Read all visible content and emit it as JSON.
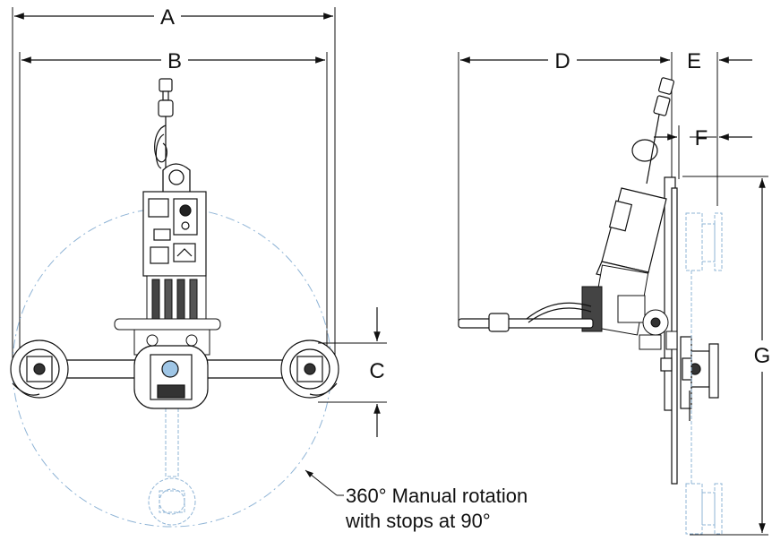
{
  "dimensions": {
    "A": "A",
    "B": "B",
    "C": "C",
    "D": "D",
    "E": "E",
    "F": "F",
    "G": "G"
  },
  "note": {
    "line1": "360° Manual rotation",
    "line2": "with stops at 90°"
  },
  "colors": {
    "line": "#111111",
    "phantom": "#8fb4d6"
  }
}
